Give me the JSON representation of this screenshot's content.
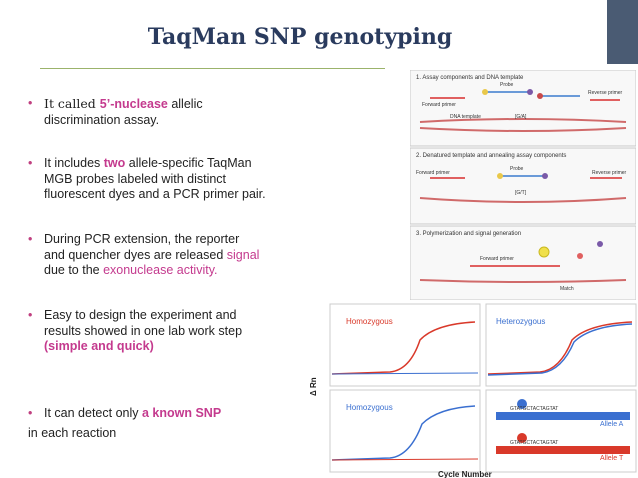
{
  "title": "TaqMan SNP genotyping",
  "bullets": [
    {
      "pre": "It called ",
      "em": "5’-nuclease",
      "post": " allelic",
      "line2": "discrimination assay."
    },
    {
      "pre": " It includes ",
      "em": "two",
      "post": " allele-specific TaqMan",
      "line2": "MGB probes labeled with distinct",
      "line3": "fluorescent dyes and a PCR primer pair."
    },
    {
      "pre": "During PCR extension, the reporter",
      "line2a": "and quencher dyes are  released ",
      "line2em": "signal",
      "line3a": "due to the ",
      "line3em": "exonuclease activity."
    },
    {
      "pre": "Easy to design the experiment and",
      "line2": "results showed in one  lab work step",
      "line3em": "(simple and quick)"
    },
    {
      "pre": "It can detect only ",
      "em": "a known SNP",
      "line2": "in each reaction"
    }
  ],
  "diagram": {
    "step1": "1. Assay components and DNA template",
    "step2": "2. Denatured template and annealing assay components",
    "step3": "3. Polymerization and signal generation",
    "forward_primer": "Forward primer",
    "reverse_primer": "Reverse primer",
    "dna_template": "DNA template",
    "probe": "Probe",
    "allele1": "[G/A]",
    "allele2": "[G/T]",
    "match": "Match"
  },
  "plots": {
    "yaxis": "Δ Rn",
    "xaxis": "Cycle Number",
    "homozygous": "Homozygous",
    "heterozygous": "Heterozygous",
    "allele_a": "Allele A",
    "allele_t": "Allele T",
    "seq": "GTATGCTACTAGTAT"
  },
  "colors": {
    "title": "#2a3b5e",
    "accent": "#c43a8e",
    "red": "#d9392a",
    "blue": "#3a6fd0"
  }
}
